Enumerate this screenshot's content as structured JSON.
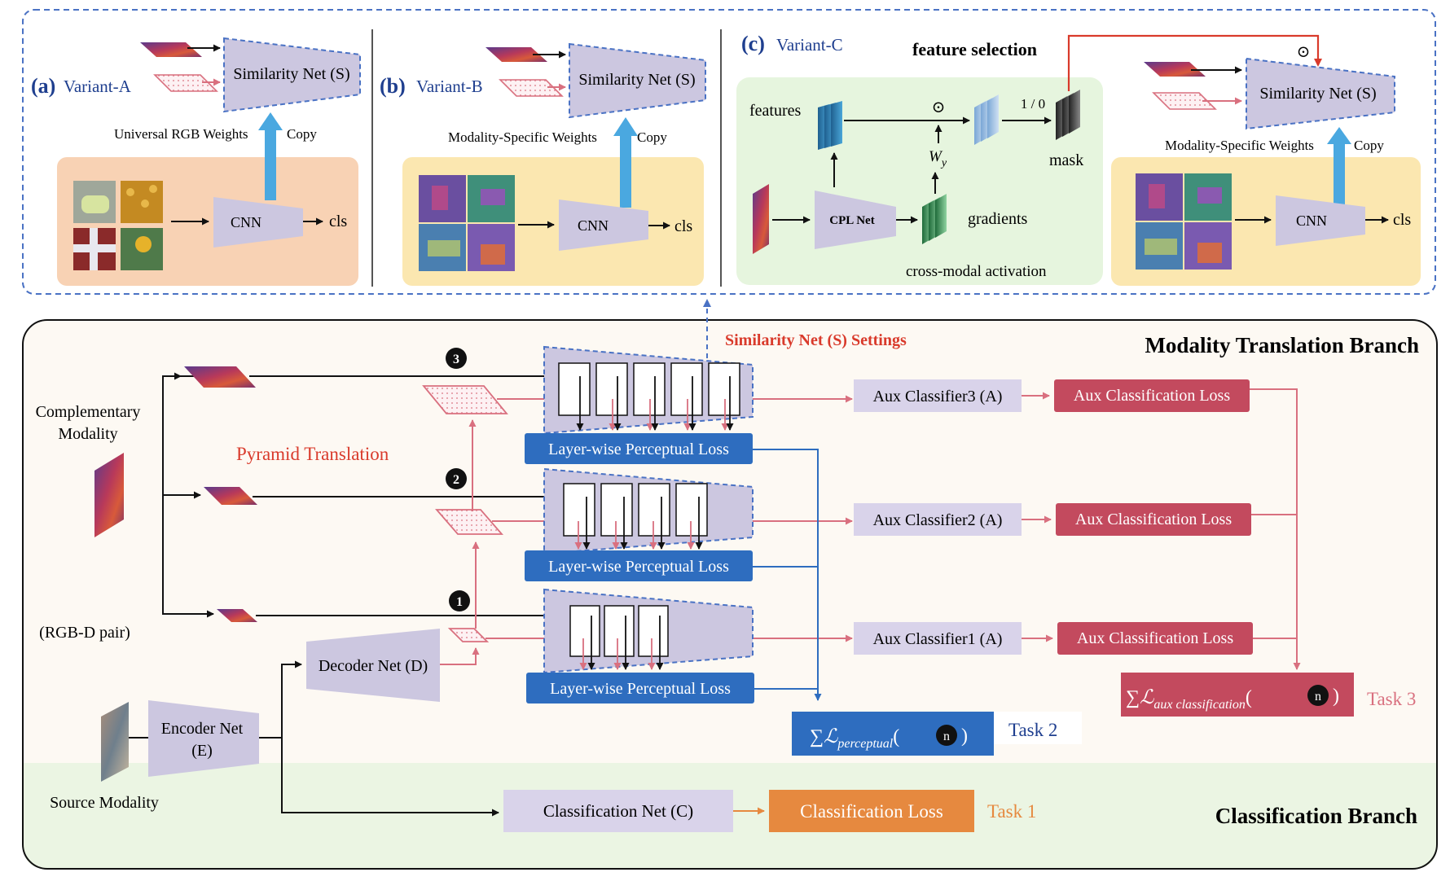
{
  "top": {
    "variant_a": {
      "letter": "(a)",
      "name": "Variant-A",
      "similarity": "Similarity Net (S)",
      "weights": "Universal RGB Weights",
      "copy": "Copy",
      "cnn": "CNN",
      "cls": "cls"
    },
    "variant_b": {
      "letter": "(b)",
      "name": "Variant-B",
      "similarity": "Similarity Net (S)",
      "weights": "Modality-Specific Weights",
      "copy": "Copy",
      "cnn": "CNN",
      "cls": "cls"
    },
    "variant_c": {
      "letter": "(c)",
      "name": "Variant-C",
      "feature_selection": "feature selection",
      "features": "features",
      "odot": "⊙",
      "wy": "W",
      "wy_sub": "y",
      "one_zero": "1 / 0",
      "mask": "mask",
      "cpl": "CPL Net",
      "gradients": "gradients",
      "cross_modal": "cross-modal activation",
      "similarity": "Similarity Net (S)",
      "weights": "Modality-Specific Weights",
      "copy": "Copy",
      "cnn": "CNN",
      "cls": "cls"
    }
  },
  "settings_label": "Similarity Net (S)  Settings",
  "mt_branch": {
    "title": "Modality Translation Branch",
    "complementary": [
      "Complementary",
      "Modality"
    ],
    "rgbd": "(RGB-D pair)",
    "pyramid": "Pyramid Translation",
    "decoder": "Decoder Net (D)",
    "encoder": [
      "Encoder Net",
      "(E)"
    ],
    "source": "Source Modality",
    "steps": [
      "3",
      "2",
      "1"
    ],
    "perceptual_loss": [
      "Layer-wise Perceptual Loss",
      "Layer-wise Perceptual Loss",
      "Layer-wise Perceptual Loss"
    ],
    "aux_classifiers": [
      "Aux Classifier3 (A)",
      "Aux Classifier2 (A)",
      "Aux Classifier1 (A)"
    ],
    "aux_losses": [
      "Aux Classification Loss",
      "Aux Classification Loss",
      "Aux Classification Loss"
    ],
    "sum_perceptual": {
      "sigma": "∑",
      "script_l": "ℒ",
      "sub": "perceptual",
      "n": "n"
    },
    "sum_aux": {
      "sigma": "∑",
      "script_l": "ℒ",
      "sub": "aux classification",
      "n": "n"
    },
    "task2": "Task 2",
    "task3": "Task 3"
  },
  "cls_branch": {
    "title": "Classification Branch",
    "net": "Classification Net (C)",
    "loss": "Classification Loss",
    "task1": "Task 1"
  },
  "colors": {
    "top_border": "#4a72c4",
    "trap_fill": "#ccc7e0",
    "trap_border": "#4a72c4",
    "rgb_panel": "#f8d2b4",
    "yellow_panel": "#fbe7b0",
    "green_panel": "#e6f5de",
    "mt_bg": "#fdf9f3",
    "cls_bg": "#ebf5e3",
    "blue_box": "#2e6dbf",
    "aux_box": "#d76f82",
    "aux_loss": "#c34a5e",
    "aux_classifier": "#d9d3ea",
    "orange": "#e6893f",
    "red_text": "#d93a2b",
    "pink_line": "#d9707f",
    "arrow_blue": "#4aa8e0"
  }
}
